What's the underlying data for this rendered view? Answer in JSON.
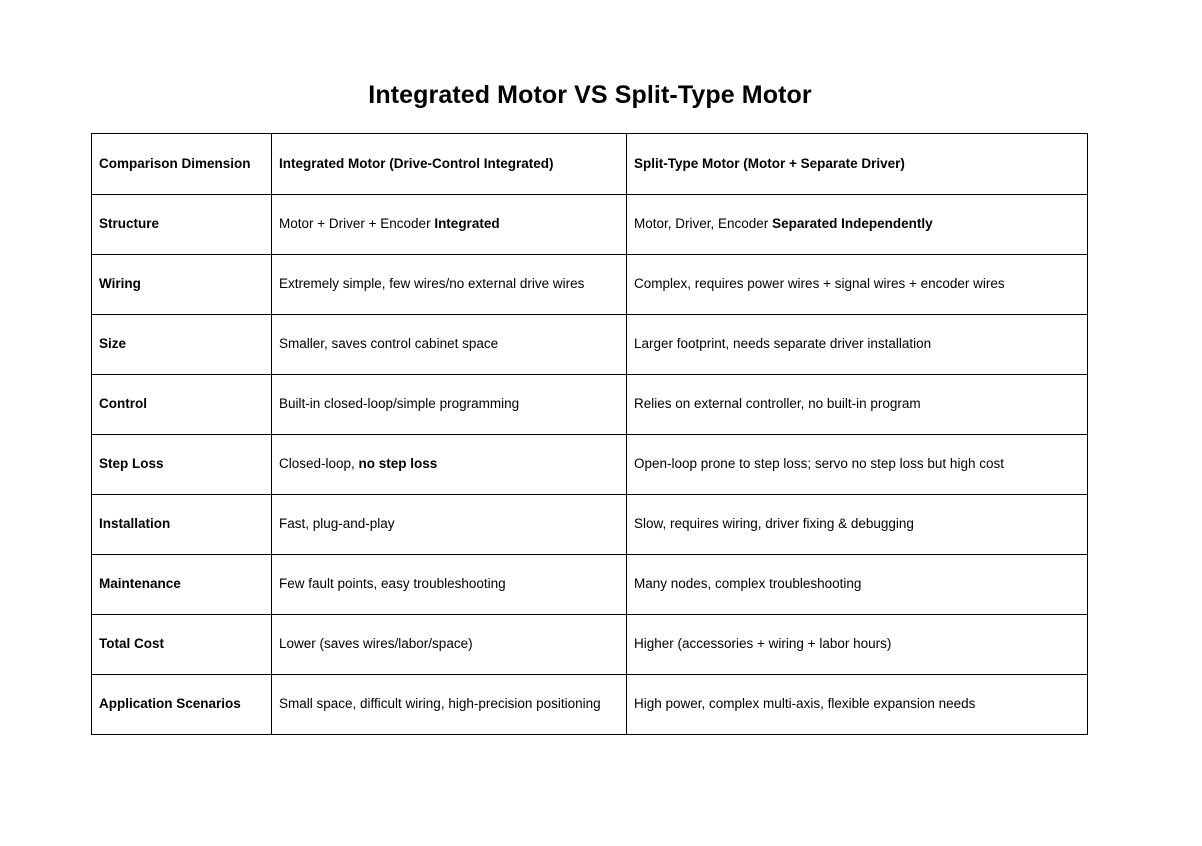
{
  "document": {
    "title": "Integrated Motor VS Split-Type Motor"
  },
  "table": {
    "headers": {
      "dimension": "Comparison Dimension",
      "integrated": "Integrated Motor (Drive-Control Integrated)",
      "split": "Split-Type Motor (Motor + Separate Driver)"
    },
    "rows": [
      {
        "dimension": "Structure",
        "integrated_plain": "Motor + Driver + Encoder ",
        "integrated_bold": "Integrated",
        "split_plain": "Motor, Driver, Encoder ",
        "split_bold": "Separated Independently"
      },
      {
        "dimension": "Wiring",
        "integrated_plain": "Extremely simple, few wires/no external drive wires",
        "integrated_bold": "",
        "split_plain": "Complex, requires power wires + signal wires + encoder wires",
        "split_bold": ""
      },
      {
        "dimension": "Size",
        "integrated_plain": "Smaller, saves control cabinet space",
        "integrated_bold": "",
        "split_plain": "Larger footprint, needs separate driver installation",
        "split_bold": ""
      },
      {
        "dimension": "Control",
        "integrated_plain": "Built-in closed-loop/simple programming",
        "integrated_bold": "",
        "split_plain": "Relies on external controller, no built-in program",
        "split_bold": ""
      },
      {
        "dimension": "Step Loss",
        "integrated_plain": "Closed-loop, ",
        "integrated_bold": "no step loss",
        "split_plain": "Open-loop prone to step loss; servo no step loss but high cost",
        "split_bold": ""
      },
      {
        "dimension": "Installation",
        "integrated_plain": "Fast, plug-and-play",
        "integrated_bold": "",
        "split_plain": "Slow, requires wiring, driver fixing & debugging",
        "split_bold": ""
      },
      {
        "dimension": "Maintenance",
        "integrated_plain": "Few fault points, easy troubleshooting",
        "integrated_bold": "",
        "split_plain": "Many nodes, complex troubleshooting",
        "split_bold": ""
      },
      {
        "dimension": "Total Cost",
        "integrated_plain": "Lower (saves wires/labor/space)",
        "integrated_bold": "",
        "split_plain": "Higher (accessories + wiring + labor hours)",
        "split_bold": ""
      },
      {
        "dimension": "Application Scenarios",
        "integrated_plain": "Small space, difficult wiring, high-precision positioning",
        "integrated_bold": "",
        "split_plain": "High power, complex multi-axis, flexible expansion needs",
        "split_bold": ""
      }
    ]
  },
  "colors": {
    "background": "#ffffff",
    "text": "#000000",
    "border": "#000000"
  }
}
